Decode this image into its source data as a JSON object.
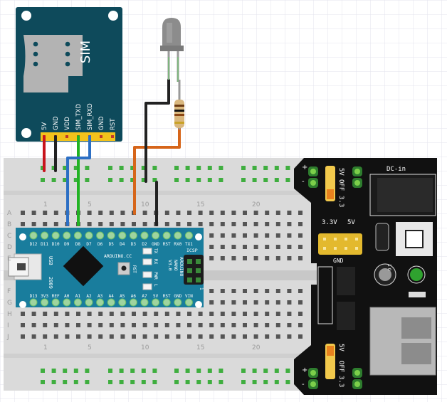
{
  "sim_module": {
    "title": "SIM",
    "pins": [
      "5V",
      "GND",
      "VDD",
      "SIM_TXD",
      "SIM_RXD",
      "GND",
      "RST"
    ]
  },
  "arduino": {
    "brand": "ARDUINO.CC",
    "model": [
      "ARDUINO",
      "NANO",
      "V3.0"
    ],
    "top_pins": [
      "D12",
      "D11",
      "D10",
      "D9",
      "D8",
      "D7",
      "D6",
      "D5",
      "D4",
      "D3",
      "D2",
      "GND",
      "RST",
      "RX0",
      "TX1"
    ],
    "bottom_pins": [
      "D13",
      "3V3",
      "REF",
      "A0",
      "A1",
      "A2",
      "A3",
      "A4",
      "A5",
      "A6",
      "A7",
      "5V",
      "RST",
      "GND",
      "VIN"
    ],
    "leds": [
      "TX",
      "RX",
      "PWR",
      "L"
    ],
    "reset_label": "RST",
    "usb_label": "USB",
    "year": "2009",
    "icsp_label": "ICSP",
    "icsp_pin1": "1"
  },
  "breadboard": {
    "rows_top": [
      "A",
      "B",
      "C",
      "D",
      "E"
    ],
    "rows_bottom": [
      "F",
      "G",
      "H",
      "I",
      "J"
    ],
    "column_numbers": [
      "1",
      "5",
      "10",
      "15",
      "20"
    ]
  },
  "power_module": {
    "dc_label": "DC-in",
    "jumper_top": [
      "5V",
      "OFF",
      "3.3"
    ],
    "jumper_bottom": [
      "5V",
      "OFF",
      "3.3"
    ],
    "header_labels": [
      "3.3V",
      "5V"
    ],
    "gnd_label": "GND",
    "plus": "+",
    "minus": "-",
    "switch_label": "1 0"
  },
  "colors": {
    "sim_board": "#0e4a5b",
    "arduino_board": "#197d9d",
    "breadboard": "#dadada",
    "power_board": "#111111",
    "wire_red": "#c8141c",
    "wire_black": "#222222",
    "wire_green": "#22b323",
    "wire_blue": "#2c6fc4",
    "wire_orange": "#d6651a"
  }
}
